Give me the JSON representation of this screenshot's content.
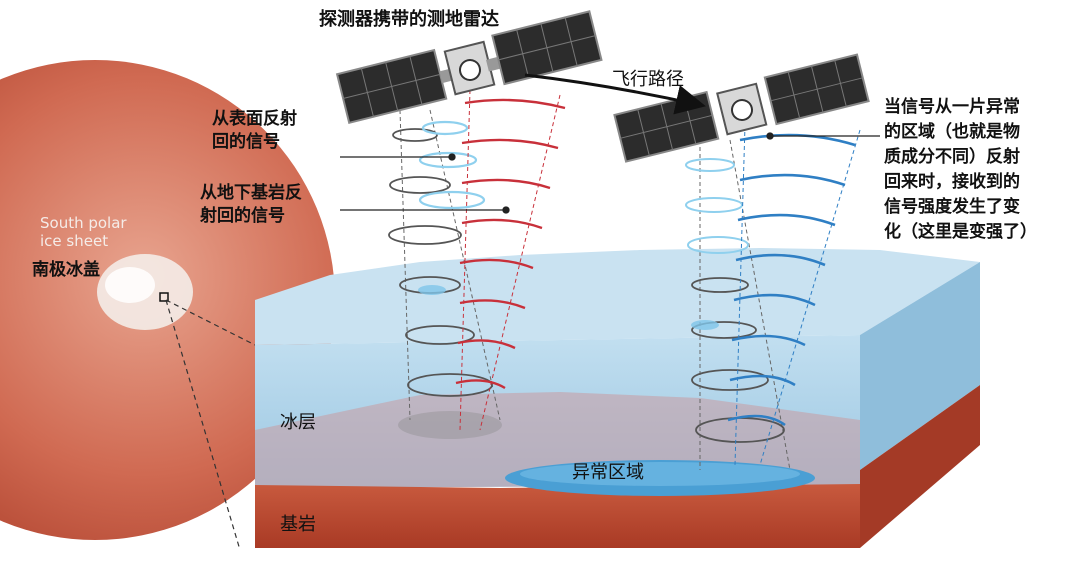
{
  "labels": {
    "radar_title": "探测器携带的测地雷达",
    "flight_path": "飞行路径",
    "surface_signal": [
      "从表面反射",
      "回的信号"
    ],
    "bedrock_signal": [
      "从地下基岩反",
      "射回的信号"
    ],
    "anomaly_signal": [
      "当信号从一片异常",
      "的区域（也就是物",
      "质成分不同）反射",
      "回来时，接收到的",
      "信号强度发生了变",
      "化（这里是变强了）"
    ],
    "south_polar_en": [
      "South polar",
      "ice sheet"
    ],
    "south_polar_cn": "南极冰盖",
    "ice_layer": "冰层",
    "bedrock": "基岩",
    "anomaly_area": "异常区域"
  },
  "colors": {
    "planet": "#c4503a",
    "ice": "#a9cfe6",
    "ice_top": "#cfe6f3",
    "bedrock": "#b9452f",
    "anomaly": "#4a9fd4",
    "red_signal": "#c8303a",
    "blue_signal": "#2f7fc4",
    "gray_signal": "#555555",
    "light_signal": "#7fc6ea"
  },
  "icons": [
    "satellite-icon",
    "satellite-icon",
    "flight-arrow-icon"
  ]
}
